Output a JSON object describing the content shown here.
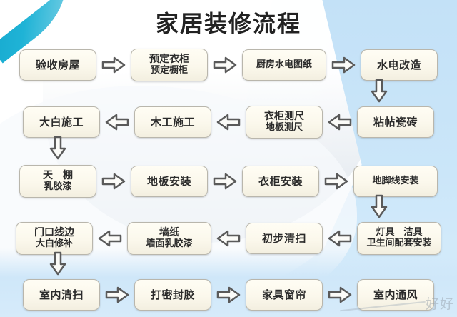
{
  "title": "家居装修流程",
  "watermark": "好好",
  "colors": {
    "node_fill": "#fbf8ec",
    "node_border": "#b9b6ac",
    "arrow_stroke": "#5a5a5a",
    "bg_blue": "#cde6fa",
    "bg_teal": "#0e9fc8",
    "title_color": "#222222"
  },
  "flow": {
    "rows": [
      {
        "direction": "left-to-right",
        "nodes": [
          {
            "line1": "验收房屋",
            "line2": ""
          },
          {
            "line1": "预定衣柜",
            "line2": "预定橱柜"
          },
          {
            "line1": "厨房水电图纸",
            "line2": ""
          },
          {
            "line1": "水电改造",
            "line2": ""
          }
        ]
      },
      {
        "direction": "right-to-left",
        "nodes": [
          {
            "line1": "大白施工",
            "line2": ""
          },
          {
            "line1": "木工施工",
            "line2": ""
          },
          {
            "line1": "衣柜测尺",
            "line2": "地板测尺"
          },
          {
            "line1": "粘帖瓷砖",
            "line2": ""
          }
        ]
      },
      {
        "direction": "left-to-right",
        "nodes": [
          {
            "line1": "天　棚",
            "line2": "乳胶漆"
          },
          {
            "line1": "地板安装",
            "line2": ""
          },
          {
            "line1": "衣柜安装",
            "line2": ""
          },
          {
            "line1": "地脚线安装",
            "line2": ""
          }
        ]
      },
      {
        "direction": "right-to-left",
        "nodes": [
          {
            "line1": "门口线边",
            "line2": "大白修补"
          },
          {
            "line1": "墙纸",
            "line2": "墙面乳胶漆"
          },
          {
            "line1": "初步清扫",
            "line2": ""
          },
          {
            "line1": "灯具　洁具",
            "line2": "卫生间配套安装"
          }
        ]
      },
      {
        "direction": "left-to-right",
        "nodes": [
          {
            "line1": "室内清扫",
            "line2": ""
          },
          {
            "line1": "打密封胶",
            "line2": ""
          },
          {
            "line1": "家具窗帘",
            "line2": ""
          },
          {
            "line1": "室内通风",
            "line2": ""
          }
        ]
      }
    ],
    "connectors": [
      {
        "name": "col4-row1-to-row2",
        "direction": "down"
      },
      {
        "name": "col1-row2-to-row3",
        "direction": "down"
      },
      {
        "name": "col4-row3-to-row4",
        "direction": "down"
      },
      {
        "name": "col1-row4-to-row5",
        "direction": "down"
      }
    ]
  }
}
